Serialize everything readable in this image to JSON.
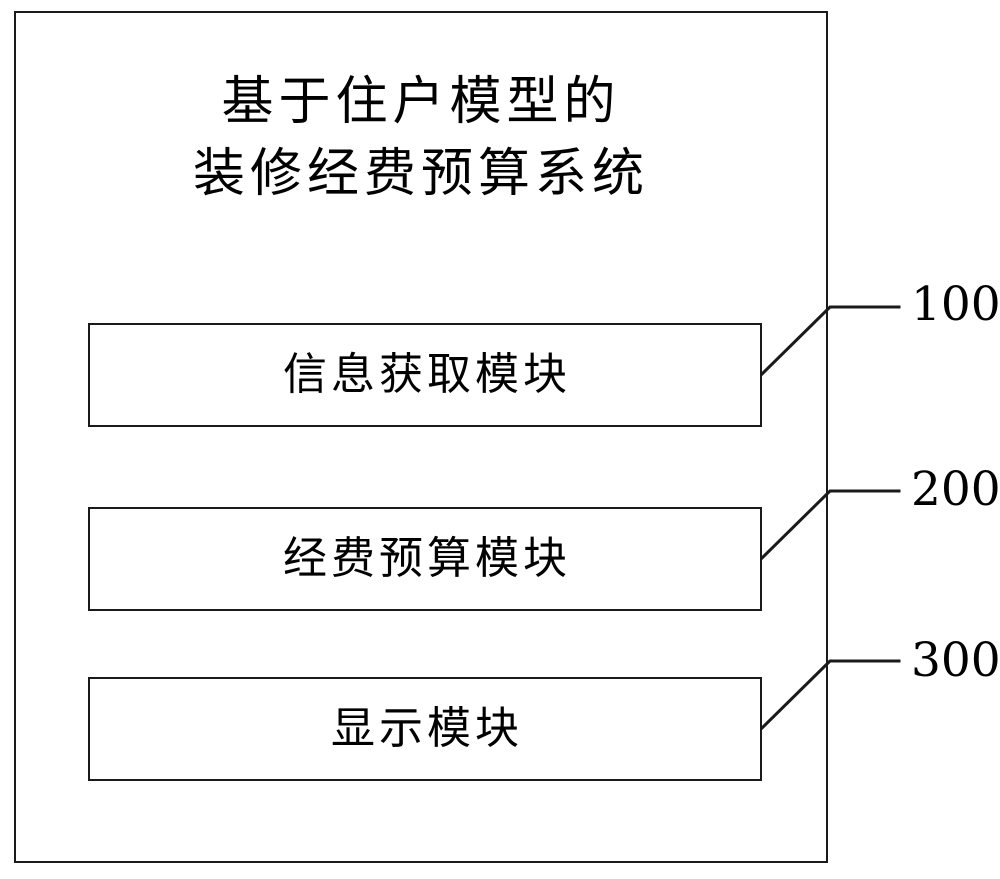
{
  "figure": {
    "type": "patent-block-diagram",
    "background_color": "#ffffff",
    "line_color": "#1a1a1a",
    "text_color": "#000000"
  },
  "system": {
    "title_line_1": "基于住户模型的",
    "title_line_2": "装修经费预算系统"
  },
  "modules": [
    {
      "label": "信息获取模块",
      "reference_numeral": "100"
    },
    {
      "label": "经费预算模块",
      "reference_numeral": "200"
    },
    {
      "label": "显示模块",
      "reference_numeral": "300"
    }
  ]
}
